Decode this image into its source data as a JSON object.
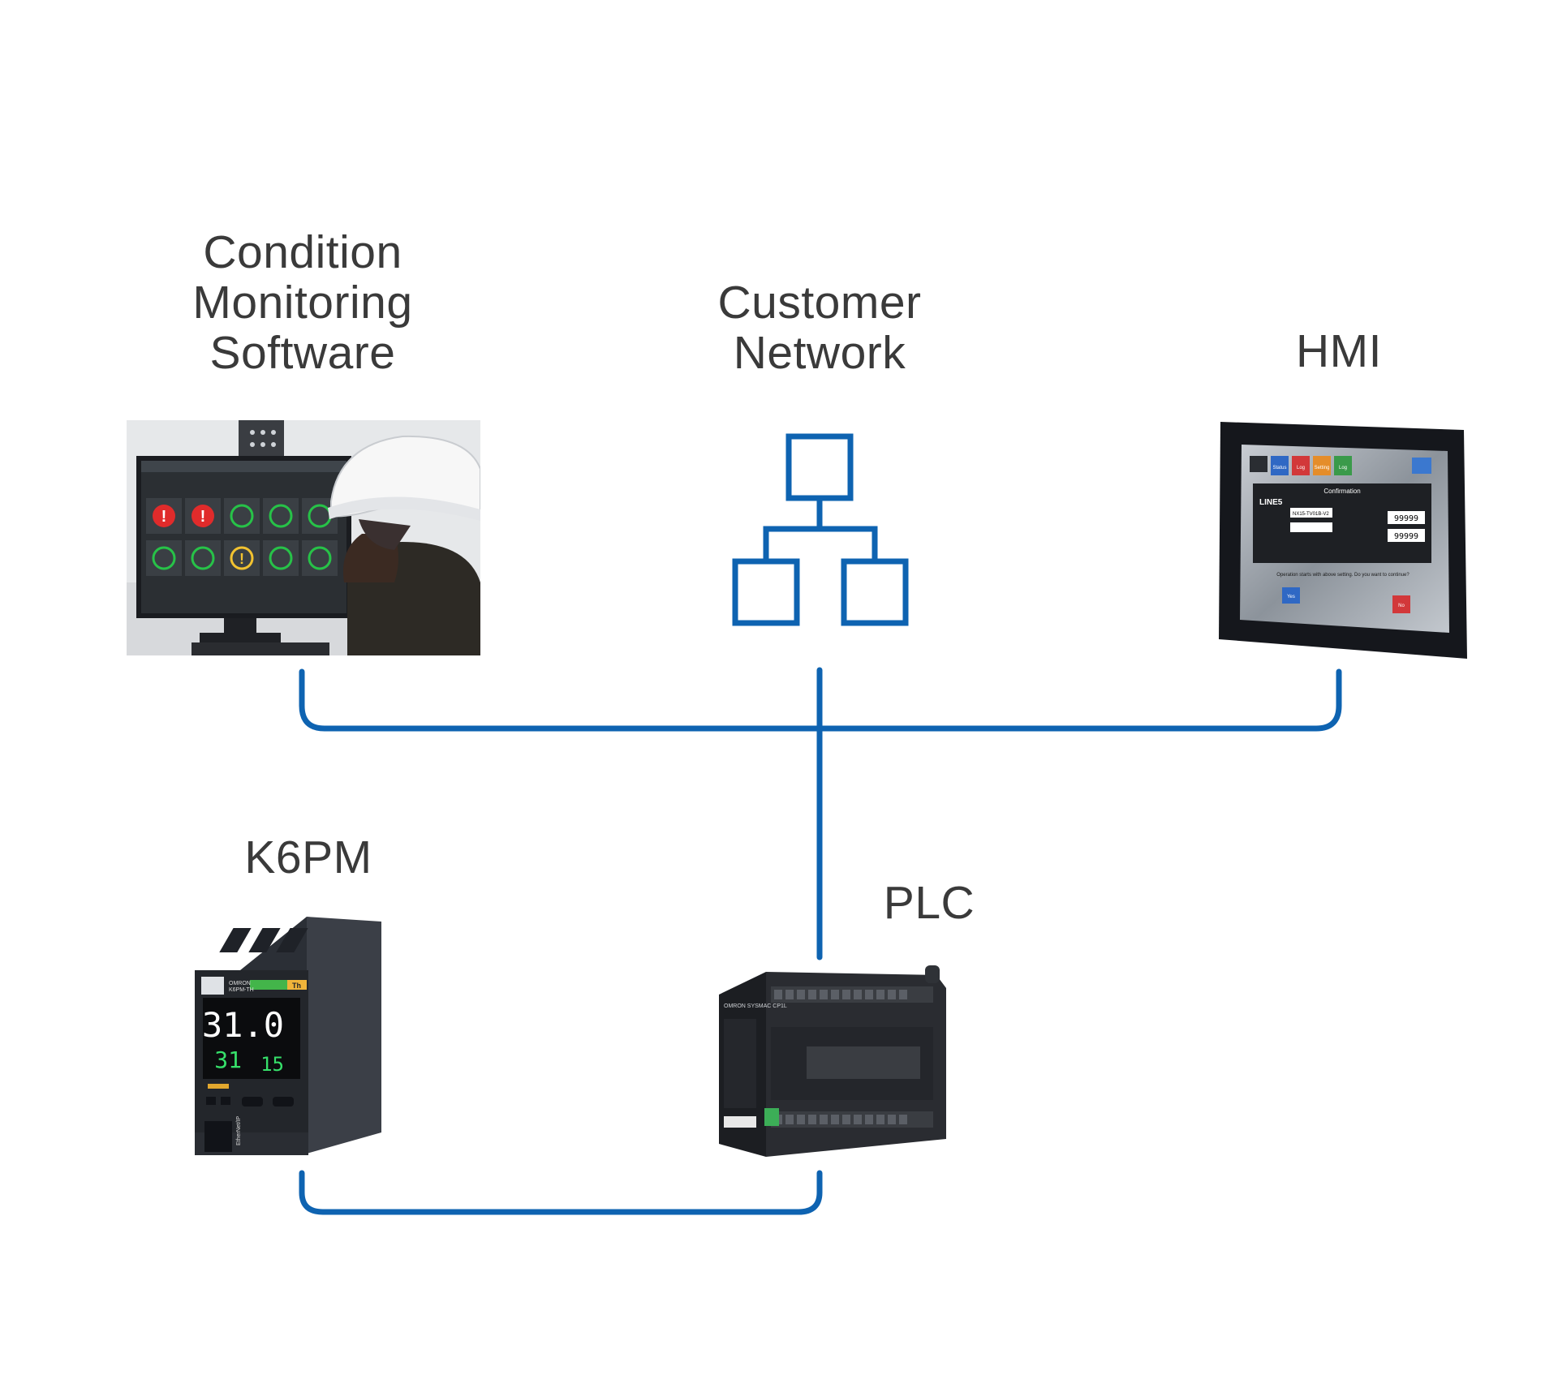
{
  "nodes": {
    "cms": {
      "title_lines": [
        "Condition",
        "Monitoring",
        "Software"
      ],
      "icon": "workstation-photo"
    },
    "network": {
      "title_lines": [
        "Customer",
        "Network"
      ],
      "icon": "network-icon"
    },
    "hmi": {
      "title_lines": [
        "HMI"
      ],
      "icon": "hmi-touchscreen",
      "screen": {
        "buttons": [
          "Status",
          "Log",
          "Setting",
          "Log"
        ],
        "line": "LINE5",
        "dialog_title": "Confirmation",
        "field_value": "NX15-TV01B-V2",
        "value1": "99999",
        "value2": "99999",
        "message": "Operation starts with above setting. Do you want to continue?",
        "yes": "Yes",
        "no": "No"
      }
    },
    "k6pm": {
      "title_lines": [
        "K6PM"
      ],
      "icon": "k6pm-device",
      "display": {
        "main": "31.0",
        "ch": "31",
        "sub": "15",
        "brand": "OMRON",
        "model": "K6PM-TH",
        "tag": "Th",
        "port": "EtherNet/IP"
      }
    },
    "plc": {
      "title_lines": [
        "PLC"
      ],
      "icon": "plc-device",
      "brand": "OMRON SYSMAC CP1L"
    }
  },
  "colors": {
    "link": "#0E63B1",
    "text": "#3a3a3a",
    "device_dark": "#2b2f36"
  }
}
